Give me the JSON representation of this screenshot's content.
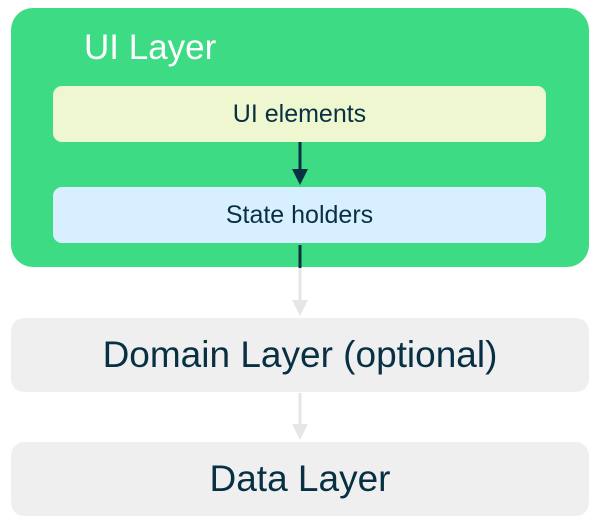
{
  "diagram": {
    "ui_layer": {
      "title": "UI Layer",
      "ui_elements_label": "UI elements",
      "state_holders_label": "State holders"
    },
    "domain_layer_label": "Domain Layer (optional)",
    "data_layer_label": "Data Layer"
  },
  "colors": {
    "ui_layer_bg": "#3ddc84",
    "ui_elements_bg": "#eef7d0",
    "state_holders_bg": "#d7effe",
    "layer_bg": "#efefef",
    "text_dark": "#073042",
    "arrow_dark": "#073042",
    "arrow_light": "#e6e6e6"
  }
}
